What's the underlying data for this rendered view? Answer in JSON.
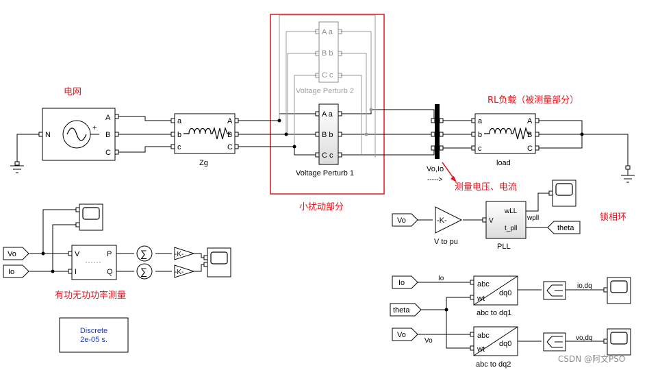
{
  "annotations": {
    "grid": "电网",
    "load": "RL负载（被测量部分）",
    "perturb": "小扰动部分",
    "measure": "测量电压、电流",
    "pll": "锁相环",
    "power": "有功无功功率测量"
  },
  "source": {
    "n": "N",
    "a": "A",
    "b": "B",
    "c": "C",
    "plus": "+"
  },
  "zg": {
    "a": "a",
    "b": "b",
    "c": "c",
    "A": "A",
    "B": "B",
    "C": "C",
    "label": "Zg"
  },
  "perturb1": {
    "Aa": "A a",
    "Bb": "B b",
    "Cc": "C c",
    "label": "Voltage Perturb 1"
  },
  "perturb2": {
    "Aa": "A a",
    "Bb": "B b",
    "Cc": "C c",
    "label": "Voltage Perturb 2"
  },
  "meas": {
    "label": "Vo,Io",
    "arrow": "----->"
  },
  "load": {
    "a": "a",
    "b": "b",
    "c": "c",
    "A": "A",
    "B": "B",
    "C": "C",
    "label": "load"
  },
  "tags": {
    "vo1": "Vo",
    "io1": "Io",
    "vo2": "Vo",
    "io2": "Io",
    "theta_in": "theta",
    "vo3": "Vo",
    "theta_out": "theta"
  },
  "power_block": {
    "V": "V",
    "I": "I",
    "P": "P",
    "Q": "Q"
  },
  "gain": "-K-",
  "vtopu": {
    "label": "V to pu"
  },
  "pll": {
    "V": "V",
    "wLL": "wLL",
    "tpll": "t_pll",
    "label": "PLL",
    "wpll": "wpll"
  },
  "dq1": {
    "abc": "abc",
    "wt": "wt",
    "dq0": "dq0",
    "label": "abc to dq1",
    "in_io": "Io",
    "out": "io,dq"
  },
  "dq2": {
    "abc": "abc",
    "wt": "wt",
    "dq0": "dq0",
    "label": "abc to dq2",
    "in_vo": "Vo",
    "out": "vo,dq"
  },
  "powergui": {
    "line1": "Discrete",
    "line2": "2e-05 s."
  },
  "watermark": "CSDN @阿文PSO"
}
